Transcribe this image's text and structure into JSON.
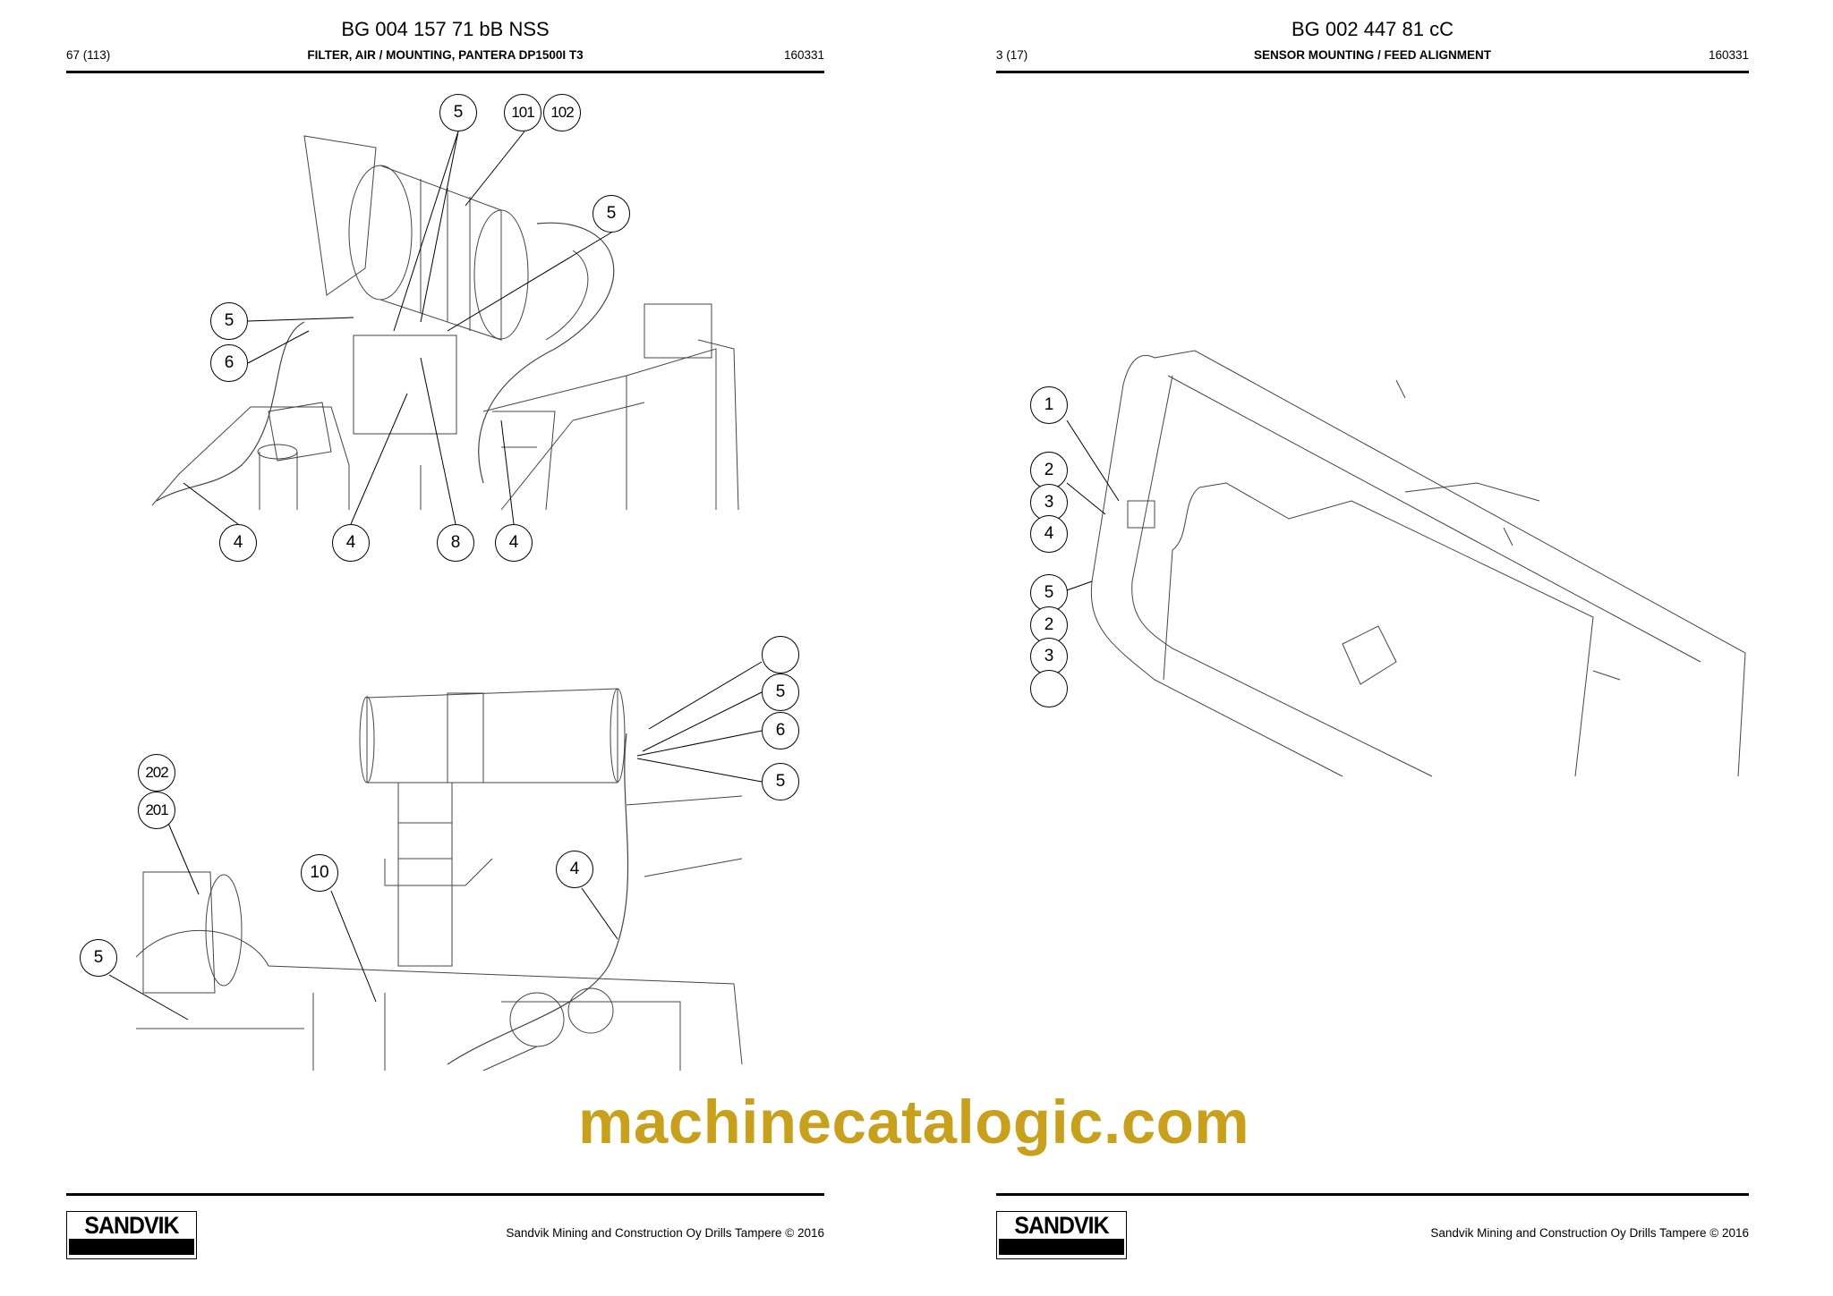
{
  "left_page": {
    "doc_number": "BG 004 157 71 bB NSS",
    "page": "67 (113)",
    "title": "FILTER, AIR / MOUNTING, PANTERA DP1500I T3",
    "date_code": "160331",
    "footer": "Sandvik Mining and Construction Oy Drills Tampere © 2016",
    "logo": "SANDVIK",
    "top_callouts": [
      "5",
      "101",
      "102",
      "5",
      "5",
      "6",
      "4",
      "4",
      "8",
      "4"
    ],
    "bottom_callouts": [
      "",
      "5",
      "6",
      "5",
      "202",
      "201",
      "10",
      "4",
      "5"
    ]
  },
  "right_page": {
    "doc_number": "BG 002 447 81 cC",
    "page": "3 (17)",
    "title": "SENSOR MOUNTING / FEED ALIGNMENT",
    "date_code": "160331",
    "footer": "Sandvik Mining and Construction Oy Drills Tampere © 2016",
    "logo": "SANDVIK",
    "callouts": [
      "1",
      "2",
      "3",
      "4",
      "5",
      "2",
      "3",
      ""
    ]
  },
  "watermark": "machinecatalogic.com",
  "colors": {
    "watermark": "#c9a01a",
    "ink": "#000000"
  }
}
